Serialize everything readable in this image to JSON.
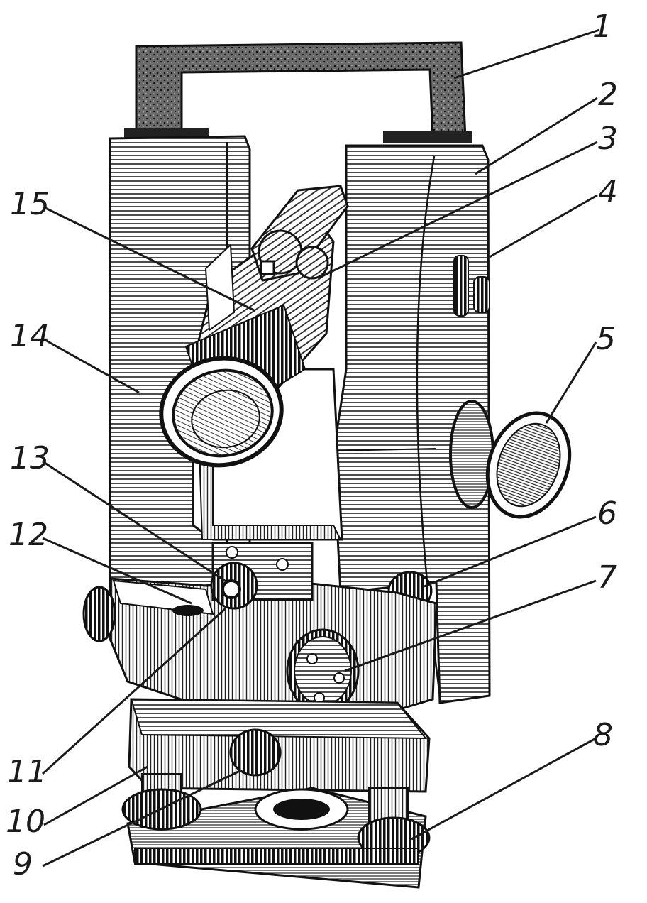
{
  "diagram": {
    "subject": "theodolite",
    "callouts": [
      {
        "id": "c1",
        "label": "1"
      },
      {
        "id": "c2",
        "label": "2"
      },
      {
        "id": "c3",
        "label": "3"
      },
      {
        "id": "c4",
        "label": "4"
      },
      {
        "id": "c5",
        "label": "5"
      },
      {
        "id": "c6",
        "label": "6"
      },
      {
        "id": "c7",
        "label": "7"
      },
      {
        "id": "c8",
        "label": "8"
      },
      {
        "id": "c9",
        "label": "9"
      },
      {
        "id": "c10",
        "label": "10"
      },
      {
        "id": "c11",
        "label": "11"
      },
      {
        "id": "c12",
        "label": "12"
      },
      {
        "id": "c13",
        "label": "13"
      },
      {
        "id": "c14",
        "label": "14"
      },
      {
        "id": "c15",
        "label": "15"
      }
    ]
  }
}
